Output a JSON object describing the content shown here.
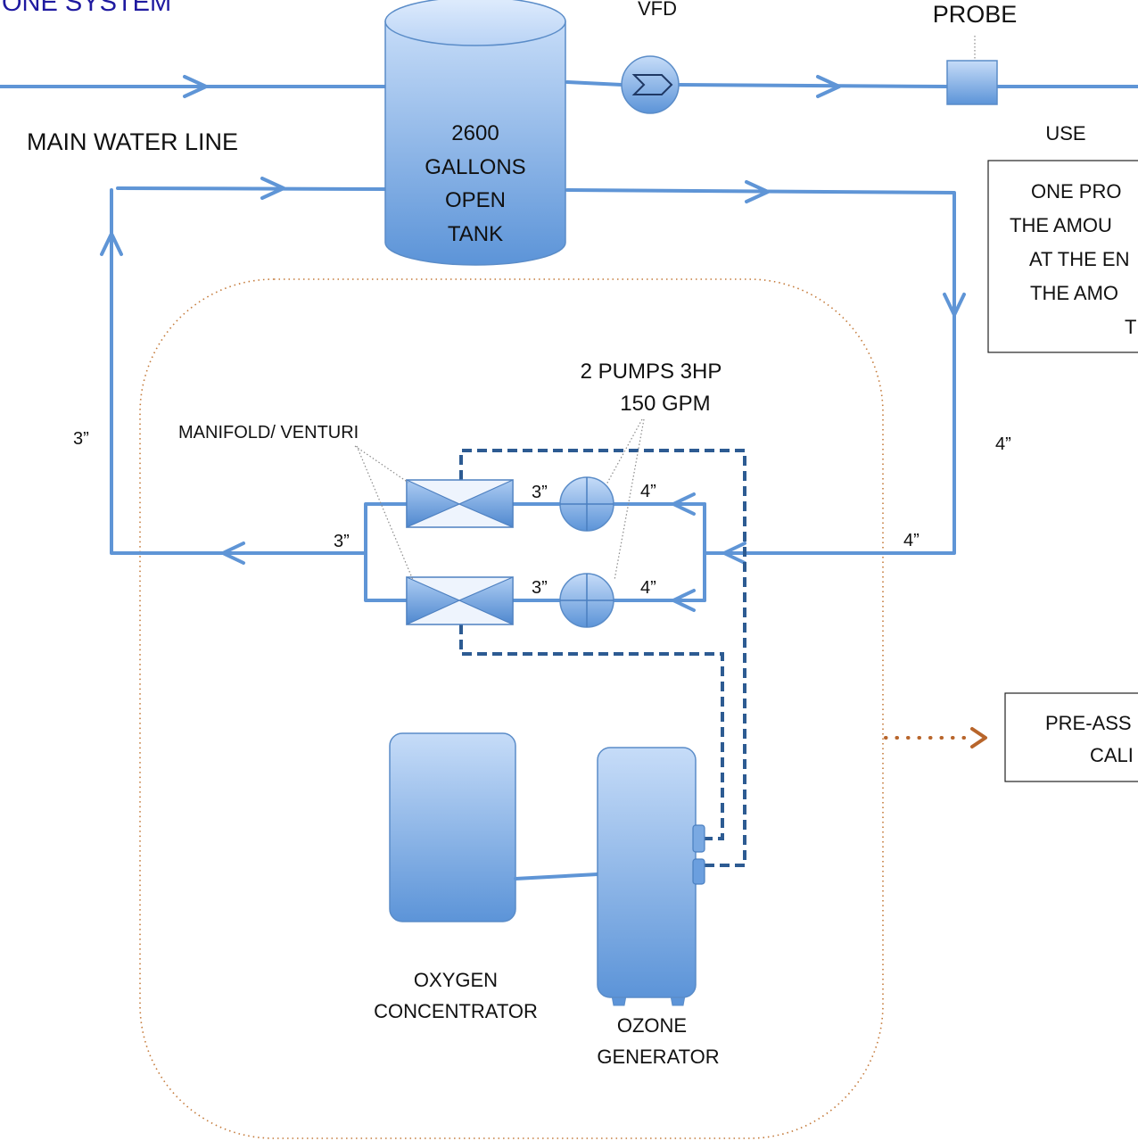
{
  "title": "ONE SYSTEM",
  "labels": {
    "vfd": "VFD",
    "probe": "PROBE",
    "main_water_line": "MAIN WATER LINE",
    "use": "USE",
    "tank": [
      "2600",
      "GALLONS",
      "OPEN",
      "TANK"
    ],
    "pumps": [
      "2 PUMPS 3HP",
      "150 GPM"
    ],
    "manifold_venturi": "MANIFOLD/ VENTURI",
    "oxygen_concentrator": [
      "OXYGEN",
      "CONCENTRATOR"
    ],
    "ozone_generator": [
      "OZONE",
      "GENERATOR"
    ]
  },
  "pipe_sizes": {
    "return_riser": "3”",
    "manifold_outlet": "3”",
    "supply_riser": "4”",
    "supply_inlet": "4”",
    "pump1_outlet": "3”",
    "pump1_inlet": "4”",
    "pump2_outlet": "3”",
    "pump2_inlet": "4”"
  },
  "note_box": [
    "ONE PRO",
    "THE AMOU",
    "AT THE EN",
    "THE AMO",
    "T"
  ],
  "callout_box": [
    "PRE-ASS",
    "CALI"
  ],
  "colors": {
    "pipe": "#5f95d6",
    "gas_line": "#2d5b92",
    "skid_outline": "#c47a3a",
    "callout_arrow": "#b8652b",
    "title": "#1f1aa0"
  }
}
